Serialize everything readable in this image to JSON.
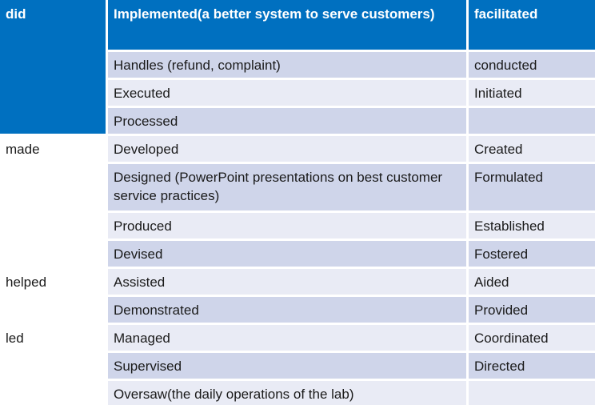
{
  "table": {
    "headers": [
      "did",
      "Implemented(a better system to serve customers)",
      "facilitated"
    ],
    "groups": [
      {
        "verb": "made",
        "rows": [
          {
            "left": "Developed",
            "right": "Created"
          },
          {
            "left": "Designed (PowerPoint presentations  on best customer service practices)",
            "right": "Formulated"
          },
          {
            "left": "Produced",
            "right": "Established"
          },
          {
            "left": "Devised",
            "right": "Fostered"
          }
        ]
      },
      {
        "verb": "helped",
        "rows": [
          {
            "left": "Assisted",
            "right": "Aided"
          },
          {
            "left": "Demonstrated",
            "right": "Provided"
          }
        ]
      },
      {
        "verb": "led",
        "rows": [
          {
            "left": "Managed",
            "right": "Coordinated"
          },
          {
            "left": "Supervised",
            "right": "Directed"
          },
          {
            "left": "Oversaw(the daily operations of the lab)",
            "right": ""
          }
        ]
      }
    ],
    "did_rows": [
      {
        "left": "Handles (refund, complaint)",
        "right": "conducted"
      },
      {
        "left": "Executed",
        "right": "Initiated"
      },
      {
        "left": "Processed",
        "right": ""
      }
    ]
  },
  "colors": {
    "header_blue": "#0070c0",
    "row_dark": "#cfd5ea",
    "row_light": "#e9ebf5",
    "accent_green": "#9bbb59"
  }
}
